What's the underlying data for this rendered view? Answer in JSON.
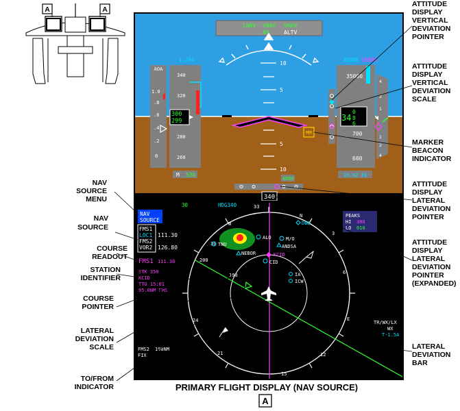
{
  "locator": {
    "marker": "A"
  },
  "pfd": {
    "fma": {
      "left": "LNAV",
      "mid": "VNAV",
      "right": "VNAV",
      "sub": "AP",
      "mode": "ALTV"
    },
    "pitch": {
      "up_10": "10",
      "up_5": "5",
      "dn_5": "5",
      "dn_10": "10"
    },
    "aoa": {
      "title": "AOA",
      "ticks": [
        "1.0",
        ".8",
        ".6",
        ".4",
        ".2",
        "0"
      ]
    },
    "speed": {
      "target": "1.294",
      "ticks": [
        "340",
        "320",
        "280",
        "260"
      ],
      "box_top": "300",
      "box_val": "299",
      "mach_label": "M",
      "mach_val": ".536"
    },
    "altitude": {
      "target": "35000",
      "target2": "16000",
      "ticks": [
        "35000",
        "700",
        "600"
      ],
      "big": "34",
      "small_top": "0",
      "small_mid": "8",
      "small_bot": "6",
      "baro": "29.92 IN"
    },
    "vsi": {
      "ticks": [
        "4",
        "2",
        "1",
        "1",
        "2",
        "4"
      ]
    },
    "marker_beacon": "MM",
    "alt_fast": "4060",
    "heading_readout": "340"
  },
  "nd": {
    "header": {
      "speed_marker": "30",
      "heading": "HDG340",
      "hdg_tick": "33"
    },
    "nav_source_menu": {
      "line1": "NAV",
      "line2": "SOURCE"
    },
    "nav_sources": [
      {
        "name": "FMS1",
        "freq": ""
      },
      {
        "name": "LOC1",
        "freq": "111.30"
      },
      {
        "name": "FMS2",
        "freq": ""
      },
      {
        "name": "VOR2",
        "freq": "126.80"
      }
    ],
    "course_readout": {
      "source": "FMS1",
      "value": "111.30"
    },
    "station": {
      "line1": "STK 350",
      "line2": "KCID",
      "line3": "TTG 15:01",
      "line4": "95.0NM FMS"
    },
    "peaks": {
      "title": "PEAKS",
      "hi_label": "HI",
      "hi_val": "300",
      "lo_label": "LO",
      "lo_val": "010"
    },
    "range_labels": {
      "outer": "200",
      "inner": "100"
    },
    "waypoints": [
      "DBQ",
      "ALO",
      "TNU",
      "NEBOR",
      "KCID",
      "CID",
      "IA",
      "ICW",
      "ANDSA",
      "M/O"
    ],
    "compass_labels": [
      "3",
      "6",
      "E",
      "12",
      "15",
      "21",
      "24",
      "30",
      "W",
      "33",
      "N"
    ],
    "tr_block": {
      "line1": "TR/WX/LX",
      "line2": "WX",
      "line3": "T-1.5A"
    },
    "fms2": {
      "line1": "FMS2",
      "line2": "198NM",
      "line3": "FIX"
    }
  },
  "callouts": {
    "right": [
      "ATTITUDE DISPLAY VERTICAL DEVIATION POINTER",
      "ATTITUDE DISPLAY VERTICAL DEVIATION SCALE",
      "MARKER BEACON INDICATOR",
      "ATTITUDE DISPLAY LATERAL DEVIATION POINTER",
      "ATTITUDE DISPLAY LATERAL DEVIATION POINTER (EXPANDED)",
      "LATERAL DEVIATION BAR"
    ],
    "left": [
      "NAV SOURCE MENU",
      "NAV SOURCE",
      "COURSE READOUT",
      "STATION IDENTIFIER",
      "COURSE POINTER",
      "LATERAL DEVIATION SCALE",
      "TO/FROM INDICATOR"
    ]
  },
  "caption": {
    "title": "PRIMARY FLIGHT DISPLAY (NAV SOURCE)",
    "marker": "A"
  }
}
